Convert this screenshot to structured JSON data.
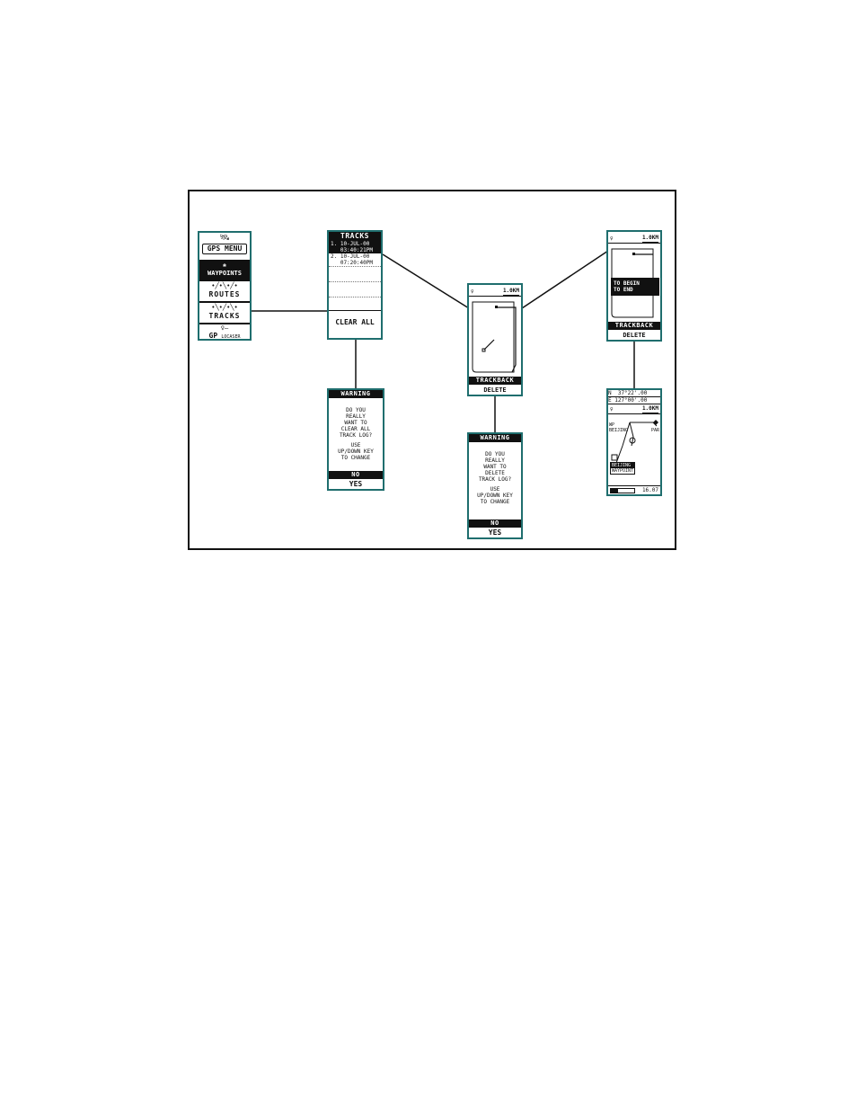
{
  "gps_menu": {
    "title": "GPS MENU",
    "waypoints": "WAYPOINTS",
    "routes": "ROUTES",
    "tracks": "TRACKS",
    "gp_logo": "GP",
    "gp_sub": "LOCASER"
  },
  "tracks_screen": {
    "title": "TRACKS",
    "items": [
      "1. 10-JUL-00\n   03:40:21PM",
      "2. 10-JUL-00\n   07:20:40PM"
    ],
    "clear_all": "CLEAR ALL"
  },
  "warning_clear": {
    "title": "WARNING",
    "message": "DO YOU\nREALLY\nWANT TO\nCLEAR ALL\nTRACK LOG?",
    "hint": "USE\nUP/DOWN KEY\nTO CHANGE",
    "no": "NO",
    "yes": "YES"
  },
  "track_map": {
    "scale": "1.0KM",
    "trackback": "TRACKBACK",
    "delete": "DELETE"
  },
  "warning_delete": {
    "title": "WARNING",
    "message": "DO YOU\nREALLY\nWANT TO\nDELETE\nTRACK LOG?",
    "hint": "USE\nUP/DOWN KEY\nTO CHANGE",
    "no": "NO",
    "yes": "YES"
  },
  "track_right": {
    "scale": "1.0KM",
    "popup": "TO BEGIN\nTO END",
    "trackback": "TRACKBACK",
    "delete": "DELETE"
  },
  "nav_screen": {
    "coord_n": "N  37°22'.00",
    "coord_e": "E 127°00'.00",
    "scale": "1.0KM",
    "wp_left": "WP\nBEIJING",
    "wp_right": "PAR",
    "wp_box": "BEIJING",
    "wp_box2": "WAYPOINT",
    "footer": "16.07"
  }
}
